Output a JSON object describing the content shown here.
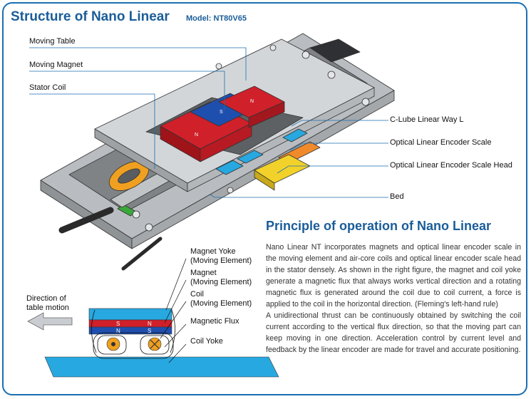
{
  "header": {
    "title": "Structure of Nano Linear",
    "model": "Model:  NT80V65"
  },
  "callouts_left": {
    "moving_table": "Moving Table",
    "moving_magnet": "Moving Magnet",
    "stator_coil": "Stator Coil"
  },
  "callouts_right": {
    "c_lube": "C-Lube Linear Way L",
    "encoder_scale": "Optical Linear Encoder Scale",
    "encoder_head": "Optical Linear Encoder Scale Head",
    "bed": "Bed"
  },
  "principle": {
    "title": "Principle of operation of Nano Linear",
    "paragraph1": "Nano Linear NT incorporates magnets and optical linear encoder scale in the moving element and air-core coils and optical linear encoder scale head in the stator densely.  As shown in the right figure, the magnet and coil yoke generate a magnetic flux that always works vertical direction and a rotating magnetic flux is generated around the coil due to coil current, a force is applied to the coil in the horizontal direction. (Fleming's left-hand rule)",
    "paragraph2": "A unidirectional thrust can be continuously obtained by switching the coil current according to the vertical flux direction, so that the moving part can keep moving in one direction.  Acceleration control by current level and feedback by the linear encoder are made for travel and accurate positioning."
  },
  "diagram": {
    "direction_label_1": "Direction of",
    "direction_label_2": "table motion",
    "magnet_yoke_1": "Magnet Yoke",
    "magnet_yoke_2": "(Moving Element)",
    "magnet_1": "Magnet",
    "magnet_2": "(Moving Element)",
    "coil_1": "Coil",
    "coil_2": "(Moving Element)",
    "magnetic_flux": "Magnetic Flux",
    "coil_yoke": "Coil Yoke",
    "pole_s1": "S",
    "pole_n1": "N",
    "pole_n2": "N",
    "pole_s2": "S"
  },
  "magnet_labels": {
    "n_top": "N",
    "s_mid": "S",
    "n_left": "N"
  },
  "colors": {
    "title_blue": "#1a5d99",
    "frame_blue": "#1b6fb2",
    "magnet_red": "#d0202a",
    "magnet_blue": "#1f4fae",
    "coil_orange": "#f0a020",
    "coil_green": "#3aa83a",
    "encoder_yellow": "#f2d22a",
    "scale_orange": "#f08a2a",
    "rail_cyan": "#28a8e0",
    "body_gray": "#c9ccd0"
  }
}
